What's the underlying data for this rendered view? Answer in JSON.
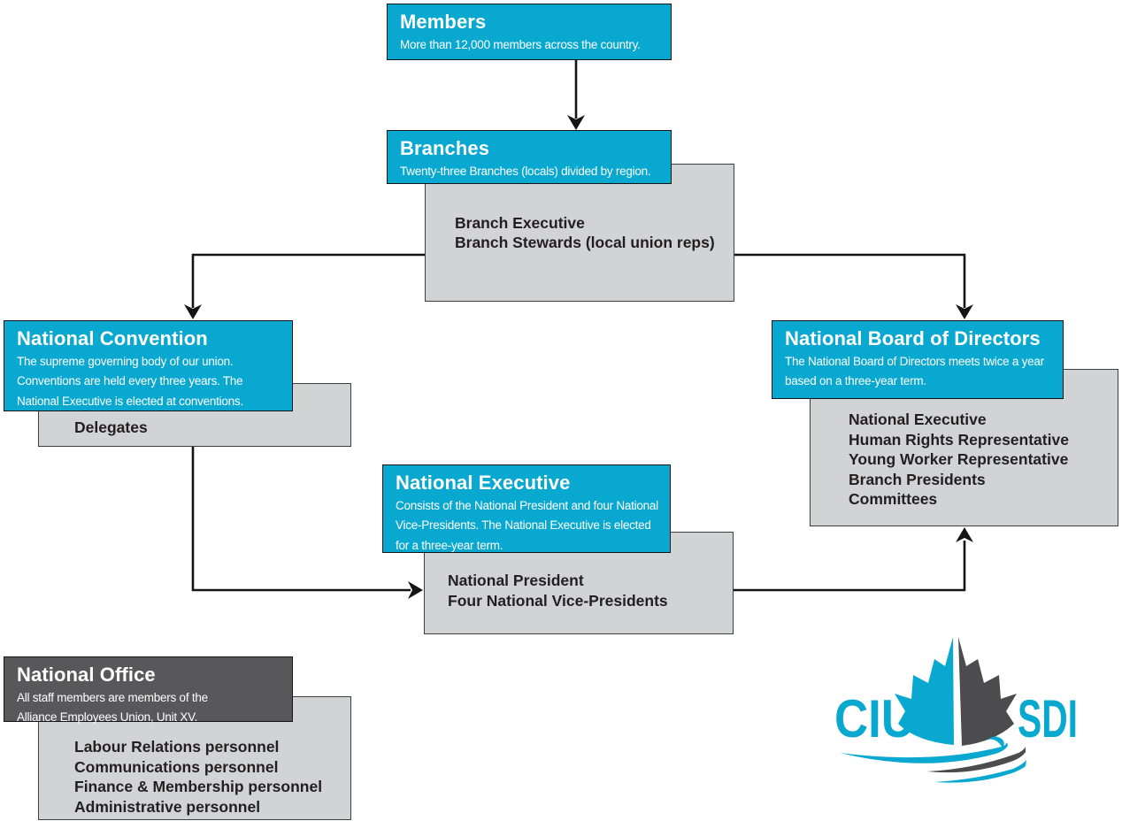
{
  "colors": {
    "accent": "#09a8d0",
    "dark_panel": "#58585a",
    "gray_panel": "#d1d3d4",
    "line": "#151517",
    "logo_dark": "#4c4c4e"
  },
  "nodes": {
    "members": {
      "title": "Members",
      "desc": "More than 12,000 members across the country."
    },
    "branches": {
      "title": "Branches",
      "desc": "Twenty-three Branches (locals) divided by region.",
      "sub_items": [
        "Branch Executive",
        "Branch Stewards (local union reps)"
      ]
    },
    "national_convention": {
      "title": "National Convention",
      "desc": "The supreme governing body of our union. Conventions are held every three years. The National Executive is elected at conventions.",
      "sub_items": [
        "Delegates"
      ]
    },
    "national_board": {
      "title": "National Board of Directors",
      "desc": "The National Board of Directors meets twice a year based on a three-year term.",
      "sub_items": [
        "National Executive",
        "Human Rights Representative",
        "Young Worker Representative",
        "Branch Presidents",
        "Committees"
      ]
    },
    "national_executive": {
      "title": "National Executive",
      "desc": "Consists of the National President and four National Vice-Presidents. The National Executive is elected for a three-year term.",
      "sub_items": [
        "National President",
        "Four National Vice-Presidents"
      ]
    },
    "national_office": {
      "title": "National Office",
      "desc": "All staff members are members of the Alliance Employees Union, Unit XV.",
      "sub_items": [
        "Labour Relations personnel",
        "Communications personnel",
        "Finance & Membership personnel",
        "Administrative personnel"
      ]
    }
  },
  "logo": {
    "acronym_en": "CIU",
    "acronym_fr": "SDI"
  }
}
